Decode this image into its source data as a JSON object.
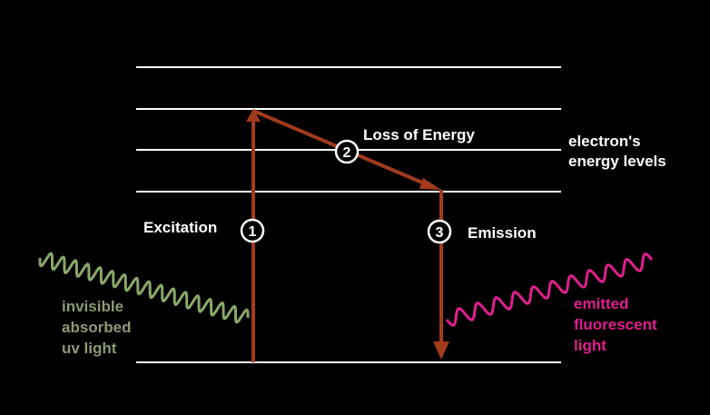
{
  "diagram": {
    "energy_levels_label": [
      "electron's",
      "energy levels"
    ],
    "loss_label": "Loss of Energy",
    "excitation_label": "Excitation",
    "emission_label": "Emission",
    "absorbed_label": [
      "invisible",
      "absorbed",
      "uv light"
    ],
    "emitted_label": [
      "emitted",
      "fluorescent",
      "light"
    ],
    "steps": [
      "1",
      "2",
      "3"
    ],
    "colors": {
      "background": "#000000",
      "level_line": "#ffffff",
      "arrow": "#a13b1c",
      "uv_wave": "#8aa86a",
      "emitted_wave": "#e0208f",
      "label_white": "#ffffff",
      "absorbed_text": "#8c9a72",
      "emitted_text": "#e01e8e"
    }
  }
}
